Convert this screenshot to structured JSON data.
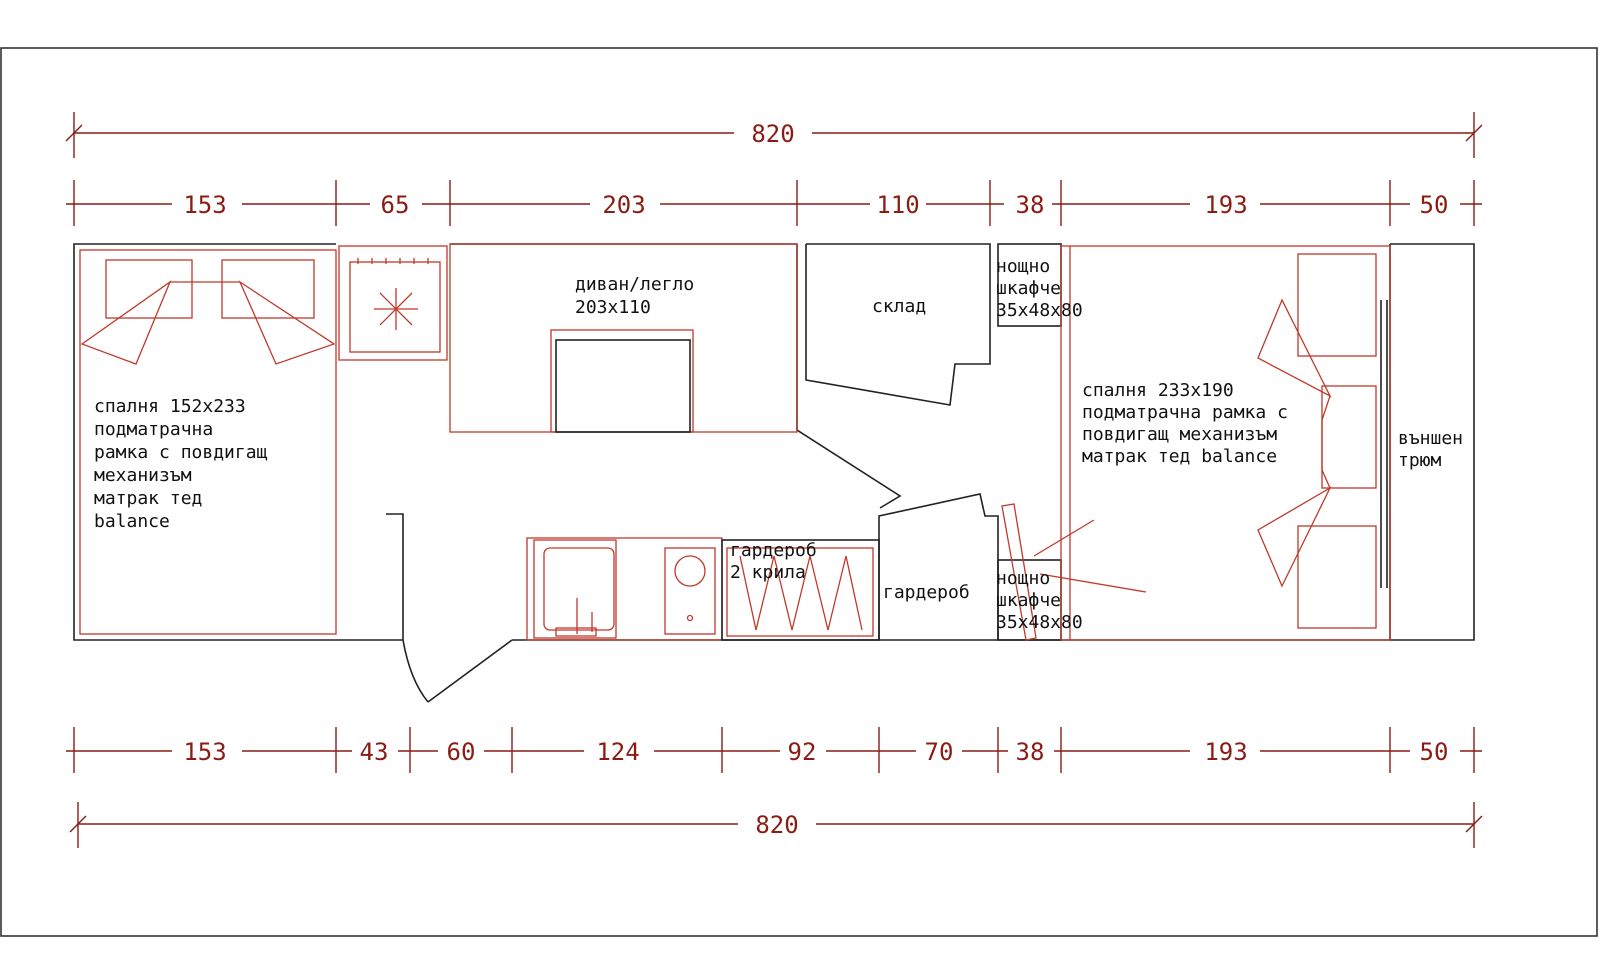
{
  "dimensions": {
    "top_total": "820",
    "top_segments": [
      "153",
      "65",
      "203",
      "110",
      "38",
      "193",
      "50"
    ],
    "bottom_segments": [
      "153",
      "43",
      "60",
      "124",
      "92",
      "70",
      "38",
      "193",
      "50"
    ],
    "bottom_total": "820"
  },
  "labels": {
    "bedroom_left": [
      "спалня 152х233",
      "подматрачна",
      "рамка с повдигащ",
      "механизъм",
      "матрак тед",
      "balance"
    ],
    "sofa": [
      "диван/легло",
      "203х110"
    ],
    "storage": "склад",
    "nightstand_top": [
      "нощно",
      "шкафче",
      "35х48х80"
    ],
    "bedroom_right": [
      "спалня 233х190",
      "подматрачна рамка с",
      "повдигащ механизъм",
      "матрак тед balance"
    ],
    "outer_hold": [
      "външен",
      "трюм"
    ],
    "wardrobe_two": [
      "гардероб",
      "2 крила"
    ],
    "wardrobe": "гардероб",
    "nightstand_bottom": [
      "нощно",
      "шкафче",
      "35х48х80"
    ]
  },
  "colors": {
    "dimension": "#8a1c14",
    "furniture": "#c0392b",
    "walls": "#222222"
  }
}
